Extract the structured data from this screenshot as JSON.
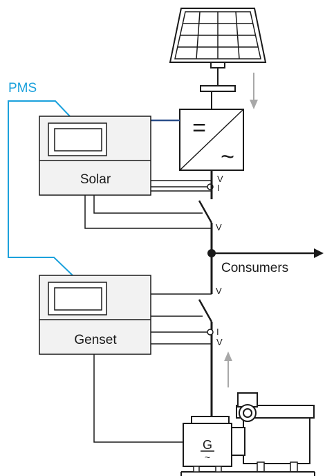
{
  "pms": {
    "label": "PMS",
    "line_color": "#1ba1dc",
    "comm_line_color": "#2b4f8a"
  },
  "solar_controller": {
    "label": "Solar"
  },
  "genset_controller": {
    "label": "Genset"
  },
  "inverter": {
    "dc_symbol": "=",
    "ac_symbol": "~"
  },
  "generator": {
    "label": "G",
    "symbol": "~"
  },
  "busbar": {
    "consumers_label": "Consumers"
  },
  "measurements": {
    "solar_voltage": "V",
    "solar_current": "I",
    "bus_voltage_top": "V",
    "bus_voltage_bottom": "V",
    "genset_current": "I",
    "genset_voltage": "V"
  },
  "colors": {
    "line": "#1a1a1a",
    "equipment_fill": "#ffffff",
    "controller_fill": "#f2f2f2",
    "arrow_gray": "#a8a8a8"
  },
  "icons": [
    "solar-panel-icon",
    "inverter-icon",
    "generator-icon",
    "engine-icon",
    "breaker-icon"
  ]
}
